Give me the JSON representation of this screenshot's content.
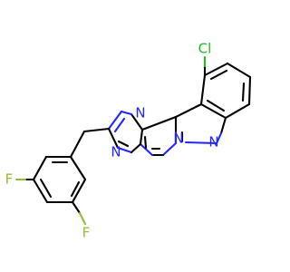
{
  "labels": {
    "cl": "Cl",
    "n1": "N",
    "n2": "N",
    "n3": "N",
    "n4": "N",
    "f1": "F",
    "f2": "F"
  },
  "colors": {
    "bond": "#000000",
    "nitrogen": "#2424ff",
    "chlorine": "#1fbf1f",
    "fluorine": "#8fbf2f"
  }
}
